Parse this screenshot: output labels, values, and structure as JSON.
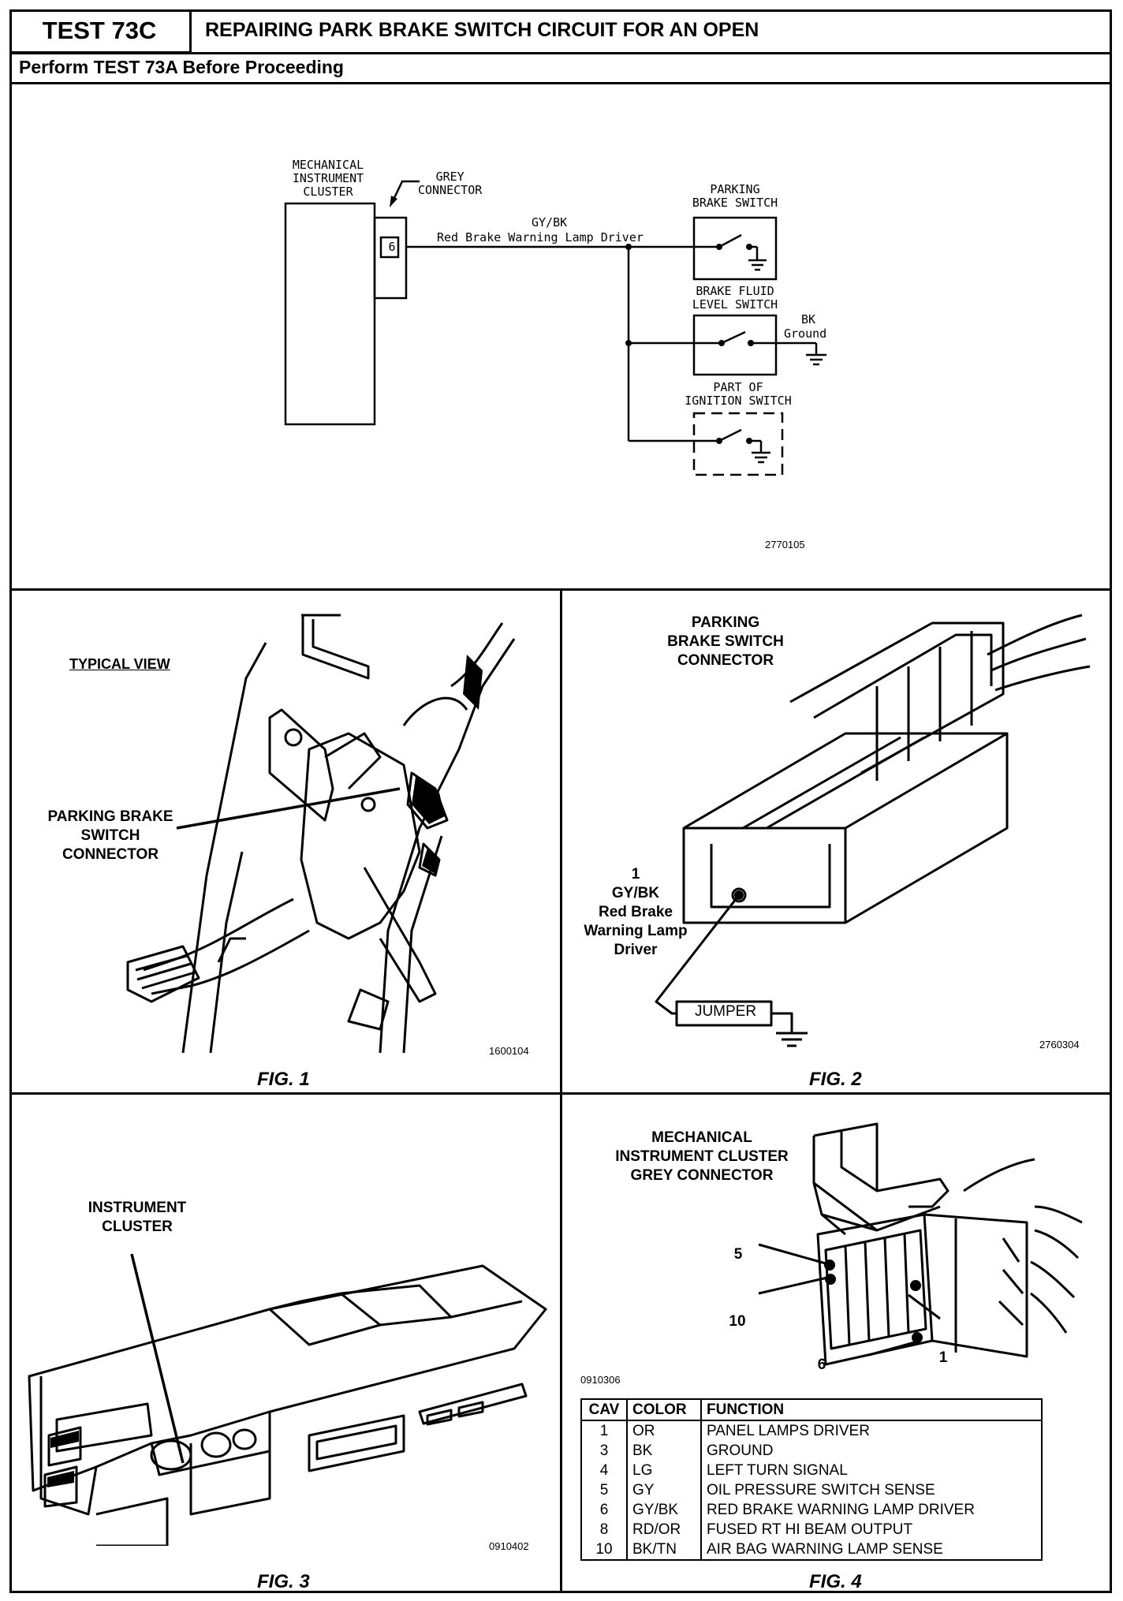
{
  "header": {
    "test_id": "TEST 73C",
    "title": "REPAIRING PARK BRAKE SWITCH CIRCUIT FOR AN OPEN",
    "subtitle": "Perform TEST 73A Before Proceeding"
  },
  "schematic": {
    "cluster_label_1": "MECHANICAL",
    "cluster_label_2": "INSTRUMENT",
    "cluster_label_3": "CLUSTER",
    "grey_label_1": "GREY",
    "grey_label_2": "CONNECTOR",
    "pin": "6",
    "wire_color": "GY/BK",
    "wire_name": "Red Brake Warning Lamp Driver",
    "park_switch_1": "PARKING",
    "park_switch_2": "BRAKE SWITCH",
    "fluid_switch_1": "BRAKE FLUID",
    "fluid_switch_2": "LEVEL SWITCH",
    "ground_color": "BK",
    "ground_label": "Ground",
    "ign_1": "PART OF",
    "ign_2": "IGNITION SWITCH",
    "code": "2770105"
  },
  "fig1": {
    "typical_view": "TYPICAL VIEW",
    "connector_1": "PARKING BRAKE",
    "connector_2": "SWITCH",
    "connector_3": "CONNECTOR",
    "code": "1600104",
    "label": "FIG. 1"
  },
  "fig2": {
    "title_1": "PARKING",
    "title_2": "BRAKE SWITCH",
    "title_3": "CONNECTOR",
    "pin_1": "1",
    "pin_2": "GY/BK",
    "pin_3": "Red Brake",
    "pin_4": "Warning Lamp",
    "pin_5": "Driver",
    "jumper": "JUMPER",
    "code": "2760304",
    "label": "FIG. 2"
  },
  "fig3": {
    "title_1": "INSTRUMENT",
    "title_2": "CLUSTER",
    "code": "0910402",
    "label": "FIG. 3"
  },
  "fig4": {
    "title_1": "MECHANICAL",
    "title_2": "INSTRUMENT CLUSTER",
    "title_3": "GREY CONNECTOR",
    "pin_5": "5",
    "pin_10": "10",
    "pin_6": "6",
    "pin_1": "1",
    "code": "0910306",
    "label": "FIG. 4",
    "table": {
      "headers": [
        "CAV",
        "COLOR",
        "FUNCTION"
      ],
      "rows": [
        [
          "1",
          "OR",
          "PANEL LAMPS DRIVER"
        ],
        [
          "3",
          "BK",
          "GROUND"
        ],
        [
          "4",
          "LG",
          "LEFT TURN SIGNAL"
        ],
        [
          "5",
          "GY",
          "OIL PRESSURE SWITCH SENSE"
        ],
        [
          "6",
          "GY/BK",
          "RED BRAKE WARNING LAMP DRIVER"
        ],
        [
          "8",
          "RD/OR",
          "FUSED RT HI BEAM OUTPUT"
        ],
        [
          "10",
          "BK/TN",
          "AIR BAG WARNING LAMP SENSE"
        ]
      ]
    }
  }
}
